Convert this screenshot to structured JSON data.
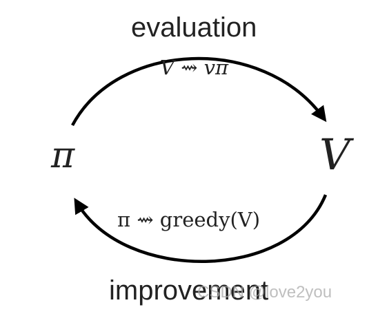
{
  "diagram": {
    "top_label": "evaluation",
    "bottom_label": "improvement",
    "formula_top": "V ⇝ vπ",
    "formula_bottom": "π ⇝ greedy(V)",
    "node_left": "π",
    "node_right": "V",
    "watermark": "CSDN @love2you"
  },
  "colors": {
    "stroke": "#000000",
    "text": "#222222"
  }
}
